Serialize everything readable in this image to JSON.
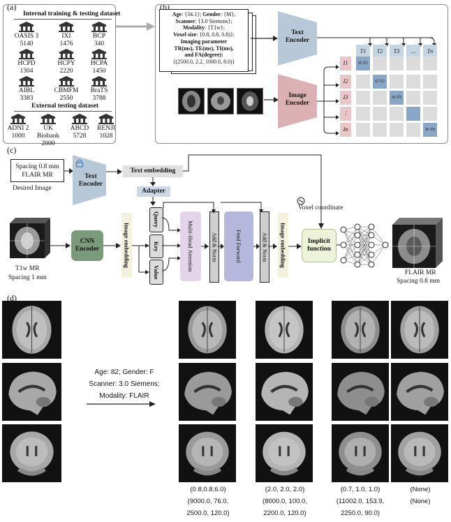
{
  "panel_a": {
    "label": "(a)",
    "internal_title": "Internal training & testing dataset",
    "internal_sites": [
      {
        "name": "OASIS 3",
        "count": "5140"
      },
      {
        "name": "IXI",
        "count": "1476"
      },
      {
        "name": "BCP",
        "count": "340"
      },
      {
        "name": "HCPD",
        "count": "1304"
      },
      {
        "name": "HCPY",
        "count": "2220"
      },
      {
        "name": "HCPA",
        "count": "1450"
      },
      {
        "name": "AIBL",
        "count": "3383"
      },
      {
        "name": "CBMFM",
        "count": "2550"
      },
      {
        "name": "BraTS",
        "count": "3788"
      }
    ],
    "external_title": "External testing dataset",
    "external_sites": [
      {
        "name": "ADNI 2",
        "count": "1000"
      },
      {
        "name": "UK Biobank",
        "count": "2000"
      },
      {
        "name": "ABCD",
        "count": "5728"
      },
      {
        "name": "RENJI",
        "count": "1028"
      }
    ]
  },
  "panel_b": {
    "label": "(b)",
    "doc_lines": {
      "l1a": "Age",
      "l1b": ": {34.1}; ",
      "l1c": "Gender",
      "l1d": ": {M};",
      "l2a": "Scanner",
      "l2b": ": {3.0 Siemens};",
      "l3a": "Modality",
      "l3b": ": {T1w};",
      "l4a": "Voxel size",
      "l4b": ": {0.8, 0.8, 0.8)};",
      "l5": "Imaging parameter",
      "l6": "TR(ms), TE(ms), TI(ms),",
      "l7": "and FA(degree):",
      "l8": "{(2500.0, 2.2, 1000.0, 8.0)}"
    },
    "text_encoder": "Text Encoder",
    "image_encoder": "Image Encoder",
    "text_tokens": [
      "T1",
      "T2",
      "T3",
      "...",
      "Tn"
    ],
    "image_tokens": [
      "I1",
      "I2",
      "I3",
      "⋮",
      "In"
    ],
    "diag_labels": [
      "I1·T1",
      "I2·T2",
      "I3·T3",
      "",
      "In·Tn"
    ]
  },
  "panel_c": {
    "label": "(c)",
    "desired_line1": "Spacing 0.8 mm",
    "desired_line2": "FLAIR MR",
    "desired_caption": "Desired Image",
    "text_encoder": "Text Encoder",
    "text_embedding": "Text embedding",
    "adapter": "Adapter",
    "query": "Query",
    "key": "Key",
    "value": "Value",
    "mha": "Multi-Head Attention",
    "addnorm1": "Add & Norm",
    "ff": "Feed Forward",
    "addnorm2": "Add & Norm",
    "image_embedding_1": "Image embedding",
    "image_embedding_2": "Image embedding",
    "cnn_encoder": "CNN Encoder",
    "implicit_function": "Implicit function",
    "voxel_coordinate": "Voxel coordinate",
    "input_line1": "T1w MR",
    "input_line2": "Spacing 1 mm",
    "output_line1": "FLAIR MR",
    "output_line2": "Spacing 0.8 mm"
  },
  "panel_d": {
    "label": "(d)",
    "prompt_line1": "Age: 82; Gender: F",
    "prompt_line2": "Scanner: 3.0 Siemens;",
    "prompt_line3": "Modality: FLAIR",
    "columns": [
      {
        "line1": "(0.8,0.8,6.0)",
        "line2": "(9000.0, 76.0,",
        "line3": "2500.0, 120.0)"
      },
      {
        "line1": "(2.0, 2.0, 2.0)",
        "line2": "(8000.0, 100.0,",
        "line3": "2200.0, 120.0)"
      },
      {
        "line1": "(0.7, 1.0, 1.0)",
        "line2": "(11002.0, 153.9,",
        "line3": "2250.0, 90.0)"
      },
      {
        "line1": "(None)",
        "line2": "(None)",
        "line3": ""
      }
    ]
  },
  "colors": {
    "text_encoder": "#b7c9d8",
    "image_encoder": "#dcb1b4",
    "cnn_encoder": "#7b9a7c",
    "mha": "#e3d4ea",
    "ff": "#b7b6dc",
    "addnorm": "#cfcfcf",
    "embedding_bar": "#f3f1de",
    "implicit": "#edf3d8",
    "panel_border": "#8a8a8a"
  }
}
